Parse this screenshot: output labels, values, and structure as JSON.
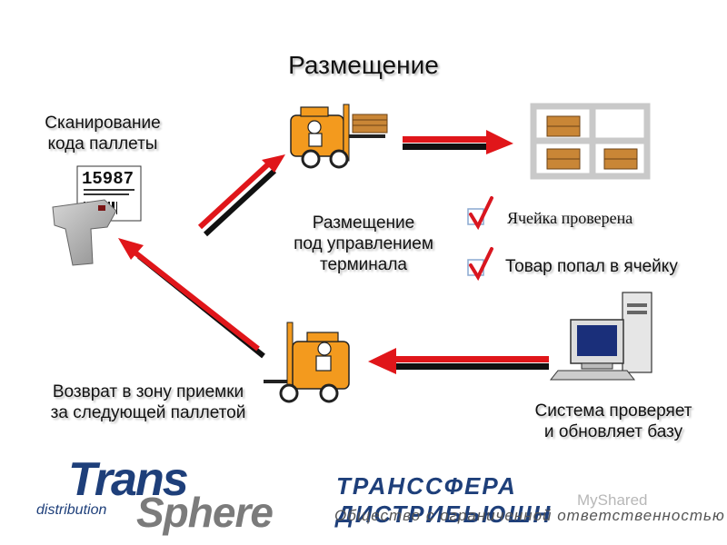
{
  "title": "Размещение",
  "labels": {
    "scan": [
      "Сканирование",
      "кода паллеты"
    ],
    "placement": [
      "Размещение",
      "под управлением",
      "терминала"
    ],
    "return": [
      "Возврат в зону приемки",
      "за следующей паллетой"
    ],
    "system": [
      "Система проверяет",
      "и обновляет базу"
    ]
  },
  "barcode_number": "15987",
  "checklist": [
    {
      "text": "Ячейка проверена",
      "checked": true
    },
    {
      "text": "Товар попал в ячейку",
      "checked": true
    }
  ],
  "logo": {
    "trans": "Trans",
    "sphere": "Sphere",
    "distribution": "distribution"
  },
  "company": {
    "name": "ТРАНССФЕРА ДИСТРИБЬЮШН",
    "subtitle": "Общество с ограниченной ответственностью"
  },
  "watermark": "MyShared",
  "colors": {
    "arrow": "#e0161a",
    "forklift": "#f39a1e",
    "accent": "#1e3f7a",
    "check": "#d9161f"
  },
  "icons": [
    "barcode-scanner-icon",
    "forklift-icon",
    "pallet-rack-icon",
    "computer-icon",
    "checkmark-icon"
  ]
}
